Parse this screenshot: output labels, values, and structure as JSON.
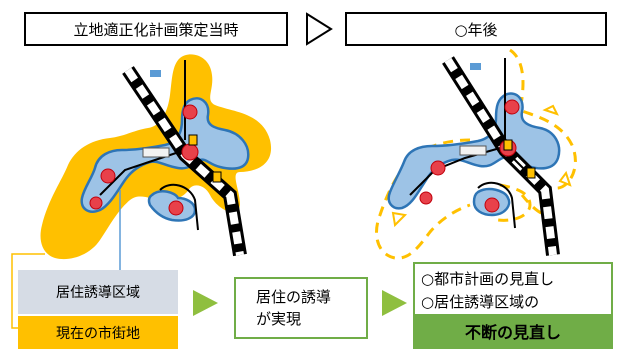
{
  "header": {
    "left_title": "立地適正化計画策定当時",
    "right_title": "○年後"
  },
  "legend": {
    "induction_area": "居住誘導区域",
    "current_urban_area": "現在の市街地"
  },
  "result_box": {
    "line1": "居住の誘導",
    "line2": "が実現"
  },
  "review_box": {
    "line1": "○都市計画の見直し",
    "line2": "○居住誘導区域の",
    "emphasis": "不断の見直し"
  },
  "colors": {
    "urban_yellow": "#ffc000",
    "induction_blue": "#9dc3e6",
    "blue_outline": "#2e75b6",
    "node_red": "#e8414a",
    "legend_gray": "#d6dce5",
    "green_border": "#70ad47",
    "green_fill": "#70ad47",
    "arrow_green": "#8fbf3f"
  }
}
